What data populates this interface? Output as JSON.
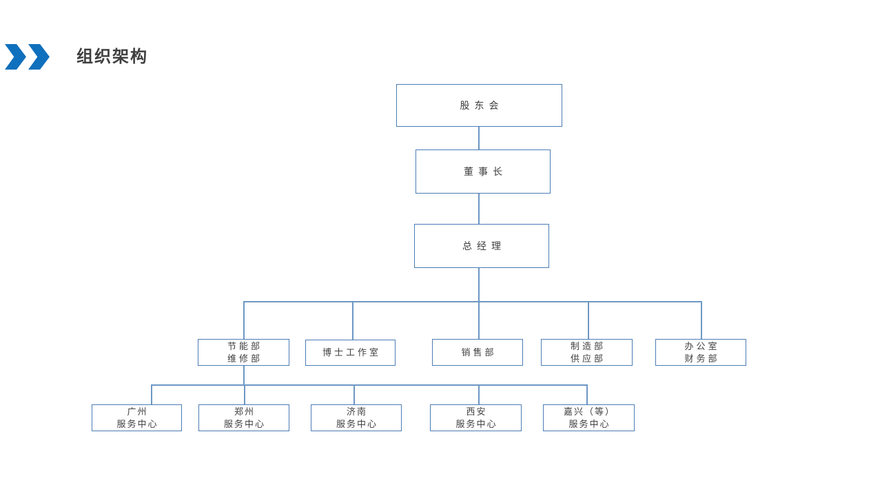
{
  "slide": {
    "title": "组织架构",
    "colors": {
      "background": "#ffffff",
      "accent_blue": "#0f70bd",
      "box_border": "#4a7cb5",
      "connector": "#6d97c4",
      "title_text": "#3f3f3f",
      "node_text": "#404040"
    }
  },
  "org_chart": {
    "type": "organization-chart",
    "root": {
      "label": "股东会"
    },
    "level2": {
      "label": "董事长"
    },
    "level3": {
      "label": "总经理"
    },
    "departments": [
      {
        "line1": "节能部",
        "line2": "维修部"
      },
      {
        "line1": "博士工作室",
        "line2": ""
      },
      {
        "line1": "销售部",
        "line2": ""
      },
      {
        "line1": "制造部",
        "line2": "供应部"
      },
      {
        "line1": "办公室",
        "line2": "财务部"
      }
    ],
    "service_centers": [
      {
        "line1": "广州",
        "line2": "服务中心"
      },
      {
        "line1": "郑州",
        "line2": "服务中心"
      },
      {
        "line1": "济南",
        "line2": "服务中心"
      },
      {
        "line1": "西安",
        "line2": "服务中心"
      },
      {
        "line1": "嘉兴（等）",
        "line2": "服务中心"
      }
    ]
  }
}
